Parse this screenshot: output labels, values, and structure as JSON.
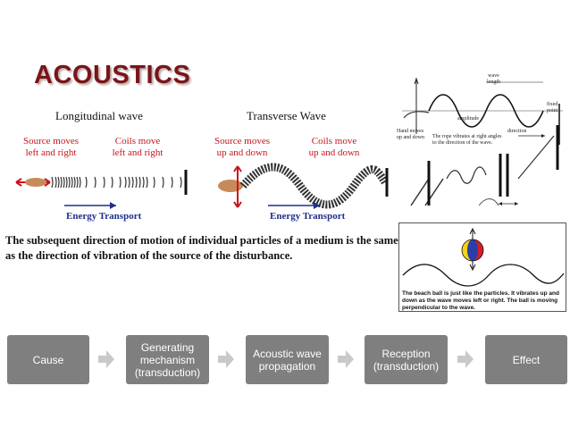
{
  "slide": {
    "title": "ACOUSTICS",
    "colors": {
      "title": "#7a1518",
      "red_label": "#c8141a",
      "energy_label": "#1f2f8a",
      "flow_box": "#7f7f7f",
      "arrow": "#c9c9c9"
    }
  },
  "illustration": {
    "longitudinal_title": "Longitudinal wave",
    "transverse_title": "Transverse Wave",
    "lw_source_label": "Source moves\nleft and right",
    "lw_coils_label": "Coils move\nleft and right",
    "tw_source_label": "Source moves\nup and down",
    "tw_coils_label": "Coils move\nup and down",
    "energy_label_1": "Energy Transport",
    "energy_label_2": "Energy Transport",
    "sentence": "The subsequent direction of motion of individual particles of a medium is the same as the direction of vibration of the source of the disturbance."
  },
  "rope_diagram": {
    "wave_length": "wave\nlength",
    "fixed_point": "fixed\npoint",
    "amplitude": "amplitude",
    "direction": "direction",
    "hand_moves": "Hand moves\nup and down",
    "caption": "The rope vibrates at right angles\nto the direction of the wave."
  },
  "beach_ball": {
    "caption": "The beach ball is just like the particles. It vibrates up and down as the wave moves left or right. The ball is moving perpendicular to the wave."
  },
  "flow": {
    "steps": [
      "Cause",
      "Generating mechanism (transduction)",
      "Acoustic wave propagation",
      "Reception (transduction)",
      "Effect"
    ]
  }
}
